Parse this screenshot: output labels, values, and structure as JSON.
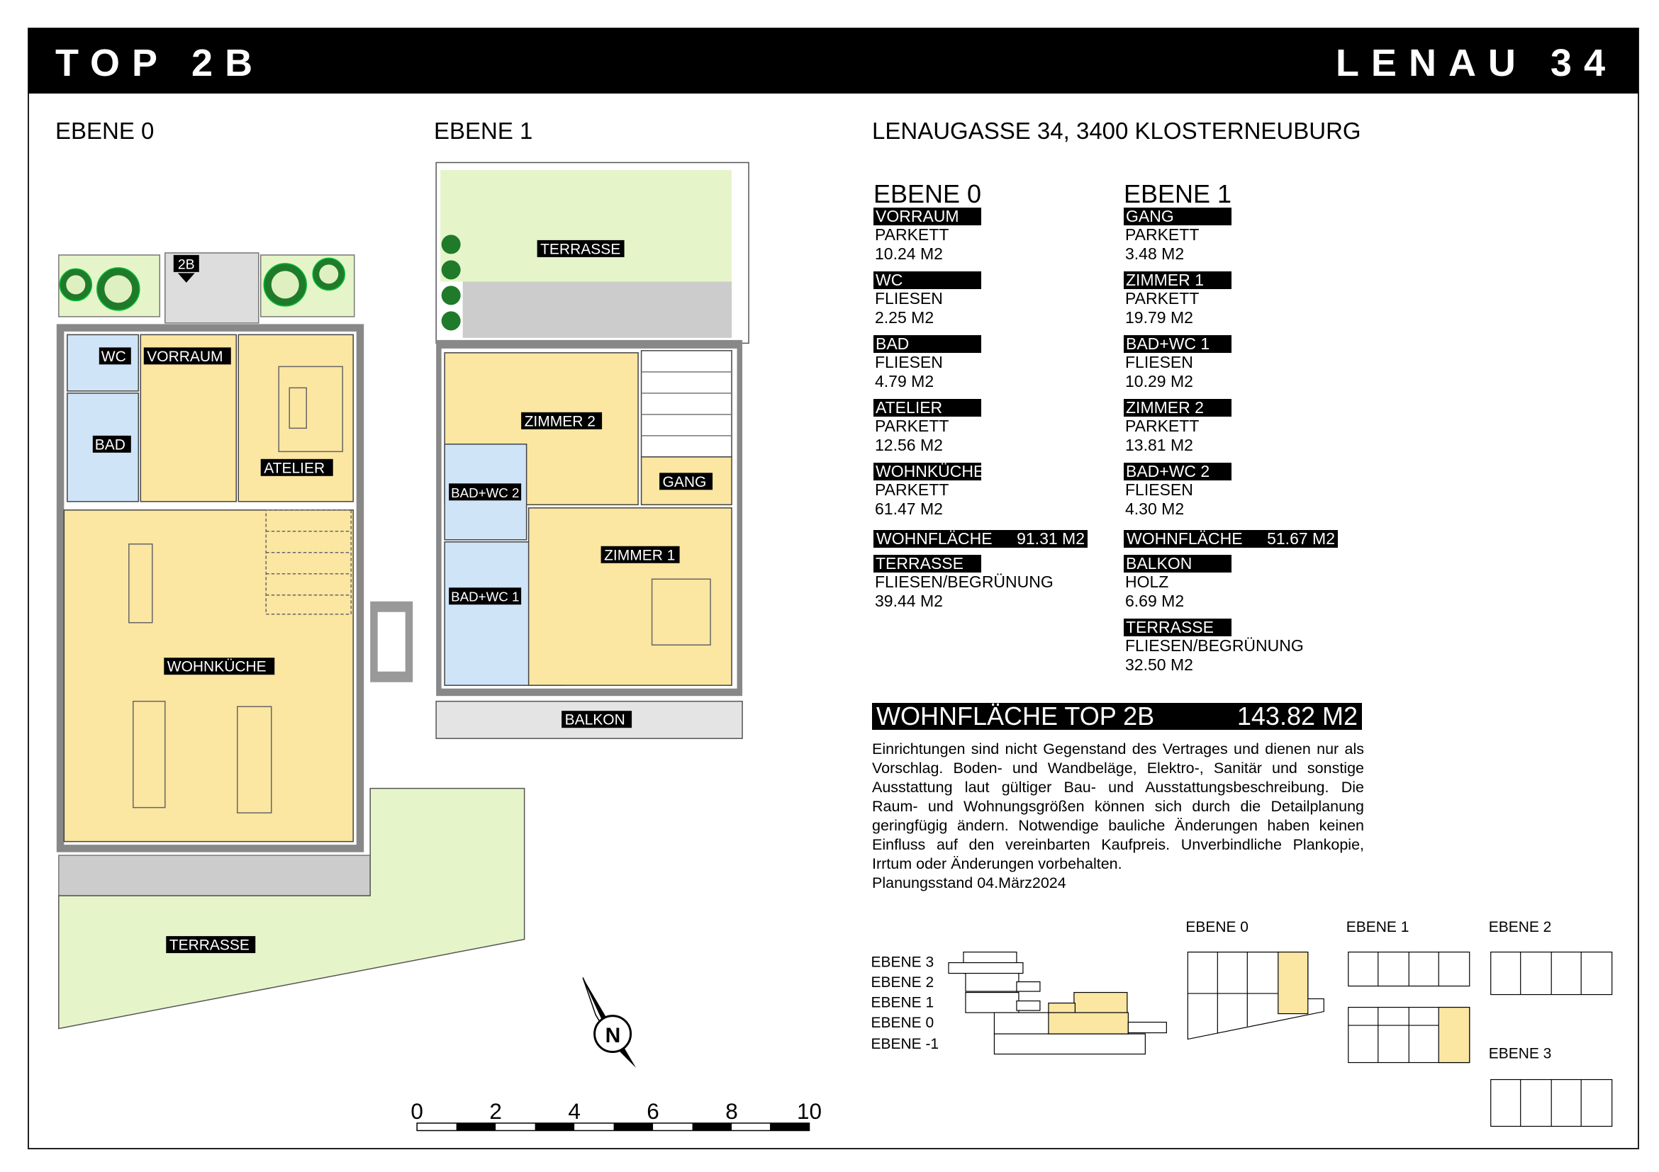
{
  "header": {
    "unit": "TOP 2B",
    "project": "LENAU 34"
  },
  "plans": {
    "ebene0_title": "EBENE 0",
    "ebene1_title": "EBENE 1",
    "ebene0_rooms": {
      "wc": "WC",
      "vorraum": "VORRAUM",
      "bad": "BAD",
      "atelier": "ATELIER",
      "wohnkueche": "WOHNKÜCHE",
      "terrasse": "TERRASSE",
      "entrance": "2B"
    },
    "ebene1_rooms": {
      "terrasse": "TERRASSE",
      "zimmer2": "ZIMMER 2",
      "badwc2": "BAD+WC 2",
      "gang": "GANG",
      "zimmer1": "ZIMMER 1",
      "badwc1": "BAD+WC 1",
      "balkon": "BALKON"
    }
  },
  "address": "LENAUGASSE 34, 3400 KLOSTERNEUBURG",
  "table": {
    "ebene0": {
      "title": "EBENE 0",
      "rooms": [
        {
          "name": "VORRAUM",
          "floor": "PARKETT",
          "area": "10.24 M2"
        },
        {
          "name": "WC",
          "floor": "FLIESEN",
          "area": "2.25 M2"
        },
        {
          "name": "BAD",
          "floor": "FLIESEN",
          "area": "4.79 M2"
        },
        {
          "name": "ATELIER",
          "floor": "PARKETT",
          "area": "12.56 M2"
        },
        {
          "name": "WOHNKÜCHE",
          "floor": "PARKETT",
          "area": "61.47 M2"
        }
      ],
      "sum_label": "WOHNFLÄCHE",
      "sum_value": "91.31 M2",
      "extras": [
        {
          "name": "TERRASSE",
          "floor": "FLIESEN/BEGRÜNUNG",
          "area": "39.44 M2"
        }
      ]
    },
    "ebene1": {
      "title": "EBENE 1",
      "rooms": [
        {
          "name": "GANG",
          "floor": "PARKETT",
          "area": "3.48 M2"
        },
        {
          "name": "ZIMMER 1",
          "floor": "PARKETT",
          "area": "19.79 M2"
        },
        {
          "name": "BAD+WC 1",
          "floor": "FLIESEN",
          "area": "10.29 M2"
        },
        {
          "name": "ZIMMER 2",
          "floor": "PARKETT",
          "area": "13.81 M2"
        },
        {
          "name": "BAD+WC 2",
          "floor": "FLIESEN",
          "area": "4.30 M2"
        }
      ],
      "sum_label": "WOHNFLÄCHE",
      "sum_value": "51.67 M2",
      "extras": [
        {
          "name": "BALKON",
          "floor": "HOLZ",
          "area": "6.69 M2"
        },
        {
          "name": "TERRASSE",
          "floor": "FLIESEN/BEGRÜNUNG",
          "area": "32.50 M2"
        }
      ]
    }
  },
  "total": {
    "label": "WOHNFLÄCHE TOP 2B",
    "value": "143.82 M2"
  },
  "disclaimer": "Einrichtungen sind nicht Gegenstand des Vertrages und dienen nur als Vorschlag. Boden- und Wandbeläge, Elektro-, Sanitär und sonstige Ausstattung laut gültiger Bau- und Ausstattungsbeschreibung. Die Raum- und Wohnungsgrößen können sich durch die Detailplanung geringfügig ändern. Notwendige bauliche Änderungen haben keinen Einfluss auf den vereinbarten Kaufpreis. Unverbindliche Plankopie, Irrtum oder Änderungen vorbehalten.",
  "planungsstand": "Planungsstand 04.März2024",
  "key_plan": {
    "section_levels": [
      "EBENE 3",
      "EBENE 2",
      "EBENE 1",
      "EBENE 0",
      "EBENE -1"
    ],
    "plan_labels": [
      "EBENE 0",
      "EBENE 1",
      "EBENE 2",
      "EBENE 3"
    ]
  },
  "scale_bar": {
    "ticks": [
      "0",
      "2",
      "4",
      "6",
      "8",
      "10"
    ]
  },
  "north_label": "N",
  "colors": {
    "living": "#fbe6a2",
    "wet": "#cfe4f7",
    "garden": "#e6f5c9",
    "tree": "#1f7a2a"
  }
}
